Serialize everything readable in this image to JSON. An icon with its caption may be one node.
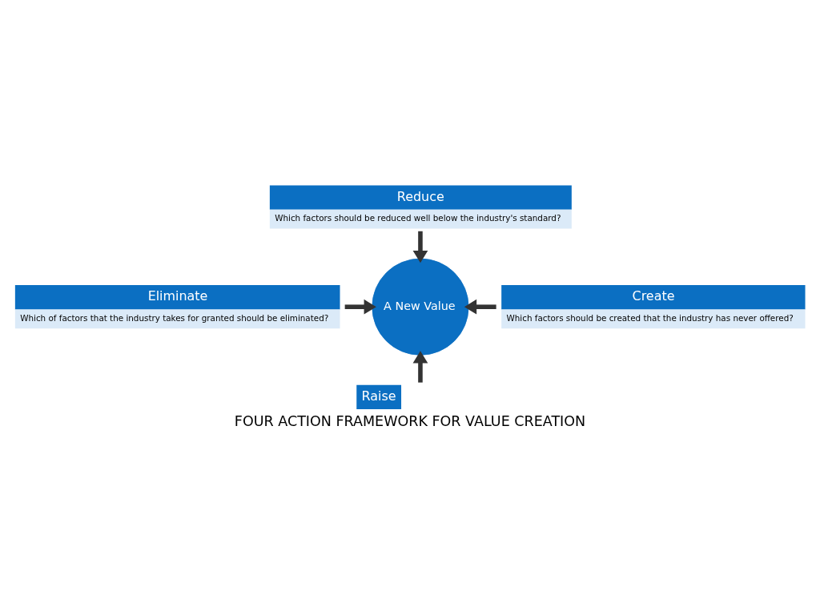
{
  "diagram": {
    "title": "FOUR ACTION FRAMEWORK FOR VALUE CREATION",
    "nodes": [
      {
        "text": [
          "Reduce",
          "Which factors should be reduced well below the industry's standard?"
        ]
      },
      {
        "text": [
          "Eliminate",
          "Which of factors that the industry takes for granted should be eliminated?"
        ]
      },
      {
        "text": [
          "A New Value"
        ]
      },
      {
        "text": [
          "Create",
          "Which factors should be created that the industry has never offered?"
        ]
      },
      {
        "text": [
          "Raise"
        ]
      }
    ],
    "edges": [
      {
        "from": 0,
        "to": 2,
        "arrow": "to"
      },
      {
        "from": 1,
        "to": 2,
        "arrow": "to"
      },
      {
        "from": 3,
        "to": 2,
        "arrow": "to"
      },
      {
        "from": 4,
        "to": 2,
        "arrow": "to"
      }
    ]
  }
}
